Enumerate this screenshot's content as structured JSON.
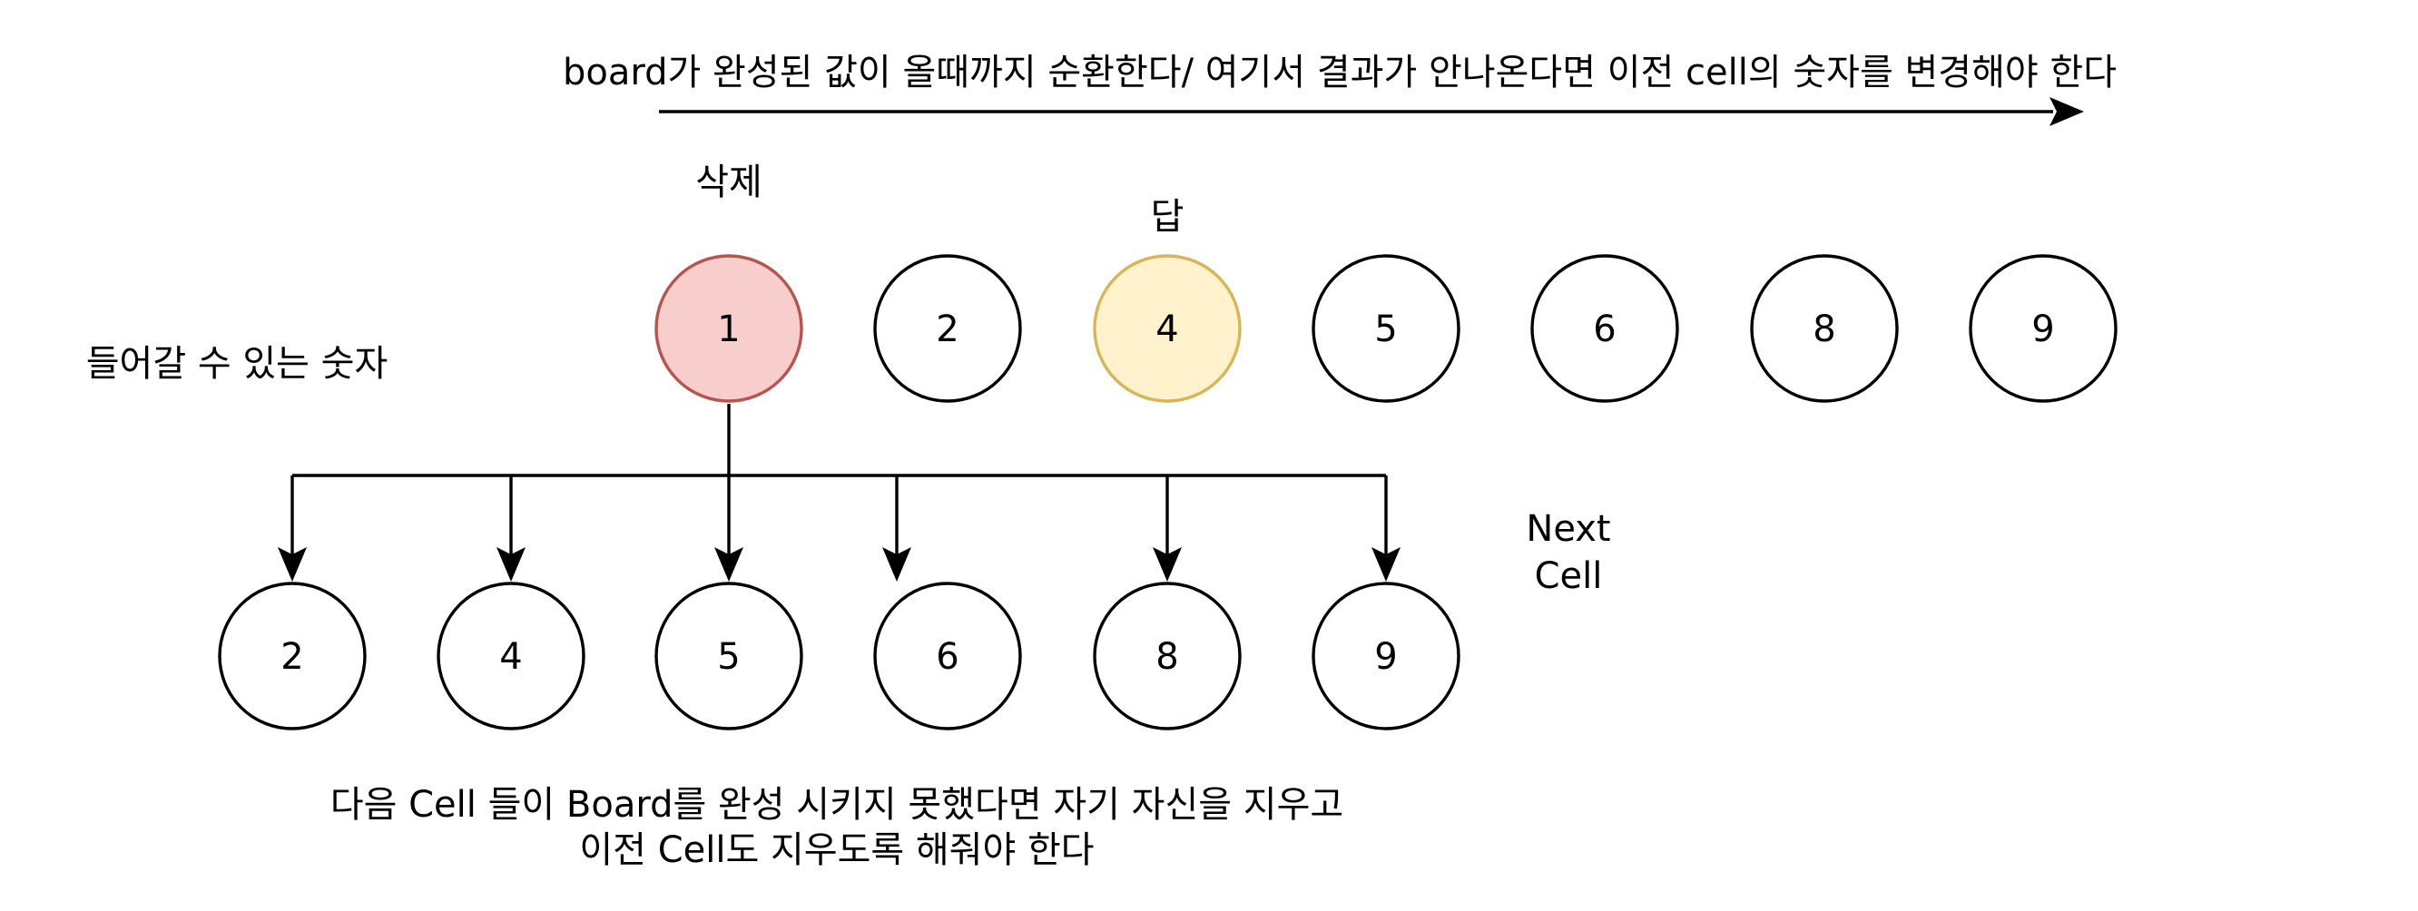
{
  "diagram": {
    "top_note": "board가 완성된 값이 올때까지 순환한다/ 여기서 결과가 안나온다면 이전 cell의 숫자를 변경해야 한다",
    "delete_label": "삭제",
    "answer_label": "답",
    "available_label": "들어갈 수 있는 숫자",
    "next_cell_label": [
      "Next",
      "Cell"
    ],
    "bottom_note": [
      "다음 Cell 들이 Board를 완성 시키지 못했다면 자기 자신을 지우고",
      "이전 Cell도 지우도록 해줘야 한다"
    ],
    "top_row": [
      {
        "value": "1",
        "state": "deleted"
      },
      {
        "value": "2",
        "state": "normal"
      },
      {
        "value": "4",
        "state": "answer"
      },
      {
        "value": "5",
        "state": "normal"
      },
      {
        "value": "6",
        "state": "normal"
      },
      {
        "value": "8",
        "state": "normal"
      },
      {
        "value": "9",
        "state": "normal"
      }
    ],
    "bottom_row": [
      {
        "value": "2"
      },
      {
        "value": "4"
      },
      {
        "value": "5"
      },
      {
        "value": "6"
      },
      {
        "value": "8"
      },
      {
        "value": "9"
      }
    ]
  },
  "colors": {
    "deleted_fill": "#f8cecc",
    "deleted_stroke": "#b85450",
    "answer_fill": "#fff2cc",
    "answer_stroke": "#d6b656",
    "normal_fill": "#ffffff",
    "normal_stroke": "#000000",
    "edge": "#000000"
  }
}
